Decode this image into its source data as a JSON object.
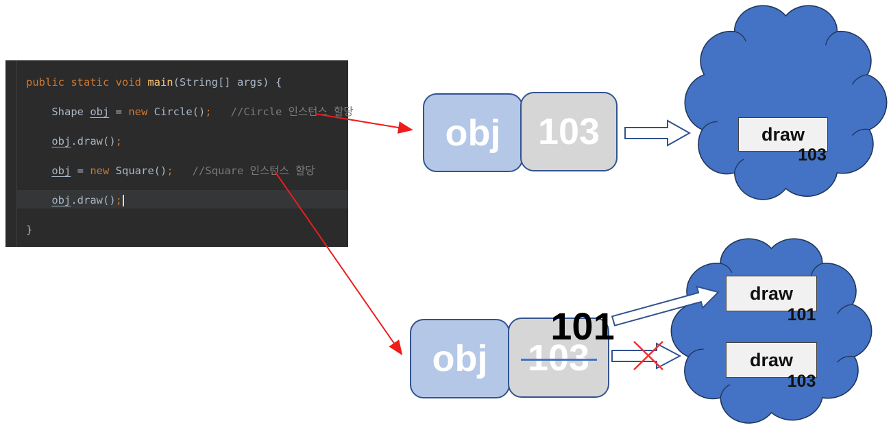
{
  "colors": {
    "cloud_fill": "#4472C4",
    "cloud_border": "#20375c",
    "var_box_fill": "#B4C7E7",
    "addr_box_fill": "#D6D6D6",
    "box_border": "#2F528F",
    "red_arrow": "#EE1C1C",
    "strike_line": "#4472C4",
    "code_background": "#2B2B2B"
  },
  "code_panel": {
    "lines": [
      {
        "tokens": [
          {
            "t": "public static void ",
            "c": "kw"
          },
          {
            "t": "main",
            "c": "fn"
          },
          {
            "t": "(String[] args) {",
            "c": "plain"
          }
        ]
      },
      {
        "tokens": [
          {
            "t": "    Shape ",
            "c": "plain"
          },
          {
            "t": "obj",
            "c": "var"
          },
          {
            "t": " = ",
            "c": "plain"
          },
          {
            "t": "new",
            "c": "kw"
          },
          {
            "t": " Circle()",
            "c": "plain"
          },
          {
            "t": ";",
            "c": "semi"
          },
          {
            "t": "   ",
            "c": "plain"
          },
          {
            "t": "//Circle 인스턴스 할당",
            "c": "comment"
          }
        ]
      },
      {
        "tokens": [
          {
            "t": "    ",
            "c": "plain"
          },
          {
            "t": "obj",
            "c": "var"
          },
          {
            "t": ".draw()",
            "c": "plain"
          },
          {
            "t": ";",
            "c": "semi"
          }
        ]
      },
      {
        "tokens": [
          {
            "t": "    ",
            "c": "plain"
          },
          {
            "t": "obj",
            "c": "var"
          },
          {
            "t": " = ",
            "c": "plain"
          },
          {
            "t": "new",
            "c": "kw"
          },
          {
            "t": " Square()",
            "c": "plain"
          },
          {
            "t": ";",
            "c": "semi"
          },
          {
            "t": "   ",
            "c": "plain"
          },
          {
            "t": "//Square 인스턴스 할당",
            "c": "comment"
          }
        ]
      },
      {
        "tokens": [
          {
            "t": "    ",
            "c": "plain"
          },
          {
            "t": "obj",
            "c": "var"
          },
          {
            "t": ".draw()",
            "c": "plain"
          },
          {
            "t": ";",
            "c": "semi"
          }
        ],
        "caret": true
      },
      {
        "tokens": [
          {
            "t": "}",
            "c": "plain"
          }
        ]
      }
    ]
  },
  "top_state": {
    "var_label": "obj",
    "addr_label": "103",
    "method_box": {
      "label": "draw",
      "addr": "103"
    }
  },
  "bottom_state": {
    "var_label": "obj",
    "old_addr_label": "103",
    "new_addr_label": "101",
    "method_boxes": [
      {
        "label": "draw",
        "addr": "101"
      },
      {
        "label": "draw",
        "addr": "103"
      }
    ]
  }
}
